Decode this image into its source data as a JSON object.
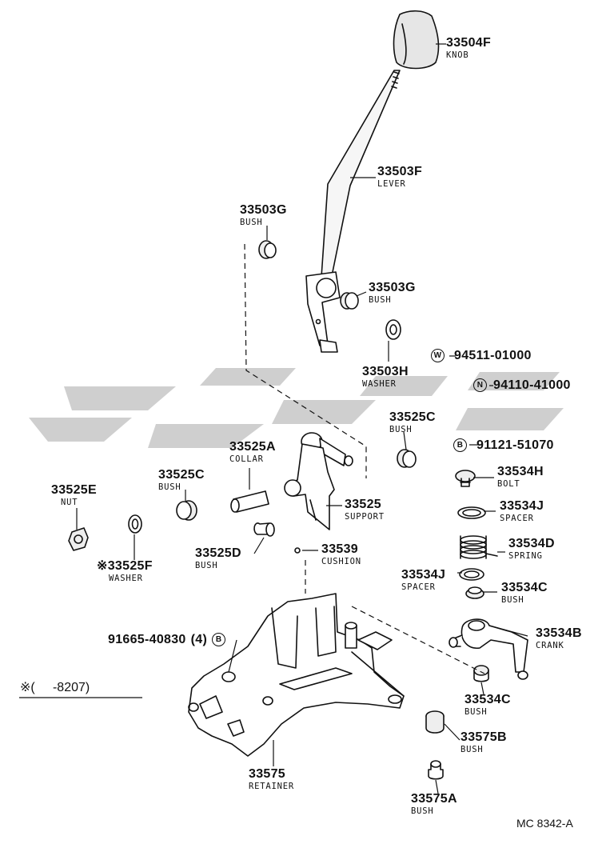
{
  "parts": [
    {
      "id": "knob",
      "number": "33504F",
      "name": "KNOB"
    },
    {
      "id": "lever",
      "number": "33503F",
      "name": "LEVER"
    },
    {
      "id": "bush-upper-left",
      "number": "33503G",
      "name": "BUSH"
    },
    {
      "id": "bush-upper-right",
      "number": "33503G",
      "name": "BUSH"
    },
    {
      "id": "washer-33503h",
      "number": "33503H",
      "name": "WASHER"
    },
    {
      "id": "bush-33525c-right",
      "number": "33525C",
      "name": "BUSH"
    },
    {
      "id": "collar",
      "number": "33525A",
      "name": "COLLAR"
    },
    {
      "id": "bush-33525c-left",
      "number": "33525C",
      "name": "BUSH"
    },
    {
      "id": "nut",
      "number": "33525E",
      "name": "NUT"
    },
    {
      "id": "support",
      "number": "33525",
      "name": "SUPPORT"
    },
    {
      "id": "washer-33525f",
      "number": "33525F",
      "name": "WASHER",
      "mark": "※"
    },
    {
      "id": "bush-33525d",
      "number": "33525D",
      "name": "BUSH"
    },
    {
      "id": "cushion",
      "number": "33539",
      "name": "CUSHION"
    },
    {
      "id": "bolt",
      "number": "33534H",
      "name": "BOLT"
    },
    {
      "id": "spacer-upper",
      "number": "33534J",
      "name": "SPACER"
    },
    {
      "id": "spring",
      "number": "33534D",
      "name": "SPRING"
    },
    {
      "id": "spacer-lower",
      "number": "33534J",
      "name": "SPACER"
    },
    {
      "id": "bush-33534c-upper",
      "number": "33534C",
      "name": "BUSH"
    },
    {
      "id": "crank",
      "number": "33534B",
      "name": "CRANK"
    },
    {
      "id": "bush-33534c-lower",
      "number": "33534C",
      "name": "BUSH"
    },
    {
      "id": "bush-33575b",
      "number": "33575B",
      "name": "BUSH"
    },
    {
      "id": "retainer",
      "number": "33575",
      "name": "RETAINER"
    },
    {
      "id": "bush-33575a",
      "number": "33575A",
      "name": "BUSH"
    }
  ],
  "standard_parts": [
    {
      "symbol": "W",
      "number": "94511-01000"
    },
    {
      "symbol": "N",
      "number": "94110-41000"
    },
    {
      "symbol": "B",
      "number": "91121-51070"
    }
  ],
  "retainer_bolt": {
    "number": "91665-40830",
    "qty": "(4)",
    "symbol": "B"
  },
  "footnote": {
    "mark": "※",
    "text": "(     -8207)"
  },
  "diagram_code": "MC 8342-A"
}
